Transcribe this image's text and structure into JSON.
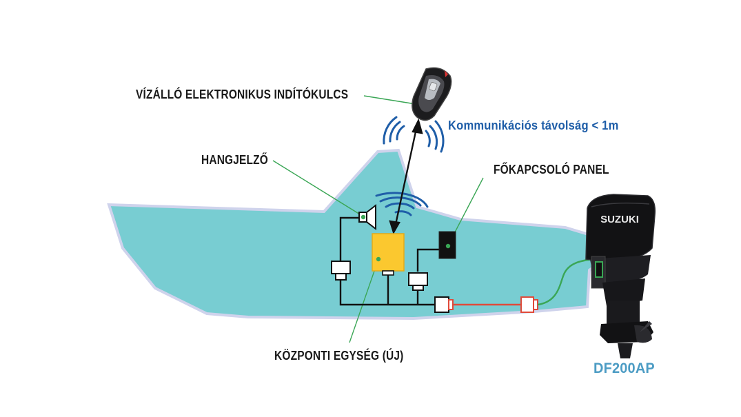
{
  "labels": {
    "key_fob": "VÍZÁLLÓ ELEKTRONIKUS INDÍTÓKULCS",
    "range": "Kommunikációs távolság < 1m",
    "buzzer": "HANGJELZŐ",
    "main_switch_panel": "FŐKAPCSOLÓ PANEL",
    "central_unit": "KÖZPONTI EGYSÉG (ÚJ)",
    "model": "DF200AP"
  },
  "engine": {
    "brand": "SUZUKI"
  },
  "colors": {
    "hull": "#78cdd2",
    "central_unit": "#fbc82f",
    "leader_line": "#3aa655",
    "wire": "#111111",
    "engine_cable": "#e04a3a",
    "signal_waves": "#1f5ea8",
    "range_text": "#1f5ea8",
    "model_text": "#4c9cc4"
  }
}
